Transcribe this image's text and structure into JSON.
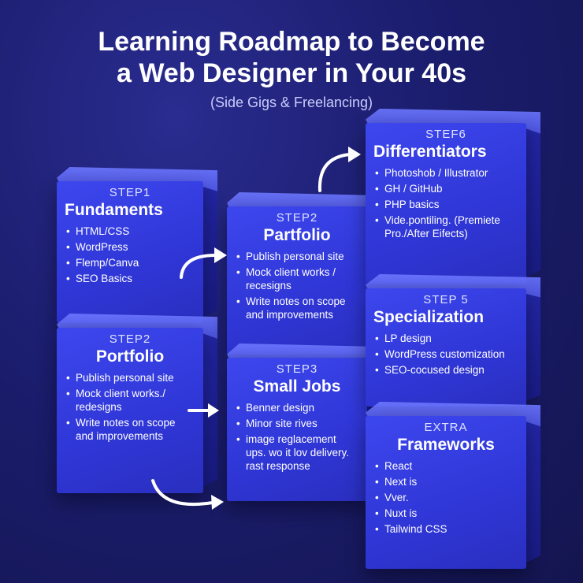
{
  "header": {
    "title_line1": "Learning Roadmap to Become",
    "title_line2": "a Web Designer in Your 40s",
    "subtitle": "(Side Gigs & Freelancing)"
  },
  "cards": {
    "step1": {
      "step": "STEP1",
      "heading": "Fundaments",
      "items": [
        "HTML/CSS",
        "WordPress",
        "Flemp/Canva",
        "SEO Basics"
      ]
    },
    "step2_left": {
      "step": "STEP2",
      "heading": "Portfolio",
      "items": [
        "Publish personal site",
        "Mock client works./ redesigns",
        "Write notes on scope and improvements"
      ]
    },
    "step2_mid": {
      "step": "STEP2",
      "heading": "Partfolio",
      "items": [
        "Publish personal site",
        "Mock client works / recesigns",
        "Write notes on scope and improvements"
      ]
    },
    "step3": {
      "step": "STEP3",
      "heading": "Small Jobs",
      "items": [
        "Benner design",
        "Minor site rives",
        "image reglacement ups. wo it lov delivery. rast response"
      ]
    },
    "step6": {
      "step": "STEF6",
      "heading": "Differentiators",
      "items": [
        "Photoshob / Illustrator",
        "GH / GitHub",
        "PHP basics",
        "Vide.pontiling. (Premiete Pro./After Eifects)"
      ]
    },
    "step5": {
      "step": "STEP 5",
      "heading": "Specialization",
      "items": [
        "LP design",
        "WordPress customization",
        "SEO-cocused design"
      ]
    },
    "extra": {
      "step": "EXTRA",
      "heading": "Frameworks",
      "items": [
        "React",
        "Next is",
        "Vver.",
        "Nuxt is",
        "Tailwind CSS"
      ]
    }
  },
  "colors": {
    "background": "#1b1d6e",
    "cube_front": "#3d47ee",
    "arrow": "#ffffff"
  },
  "icons": [
    "curved-arrow-icon"
  ]
}
